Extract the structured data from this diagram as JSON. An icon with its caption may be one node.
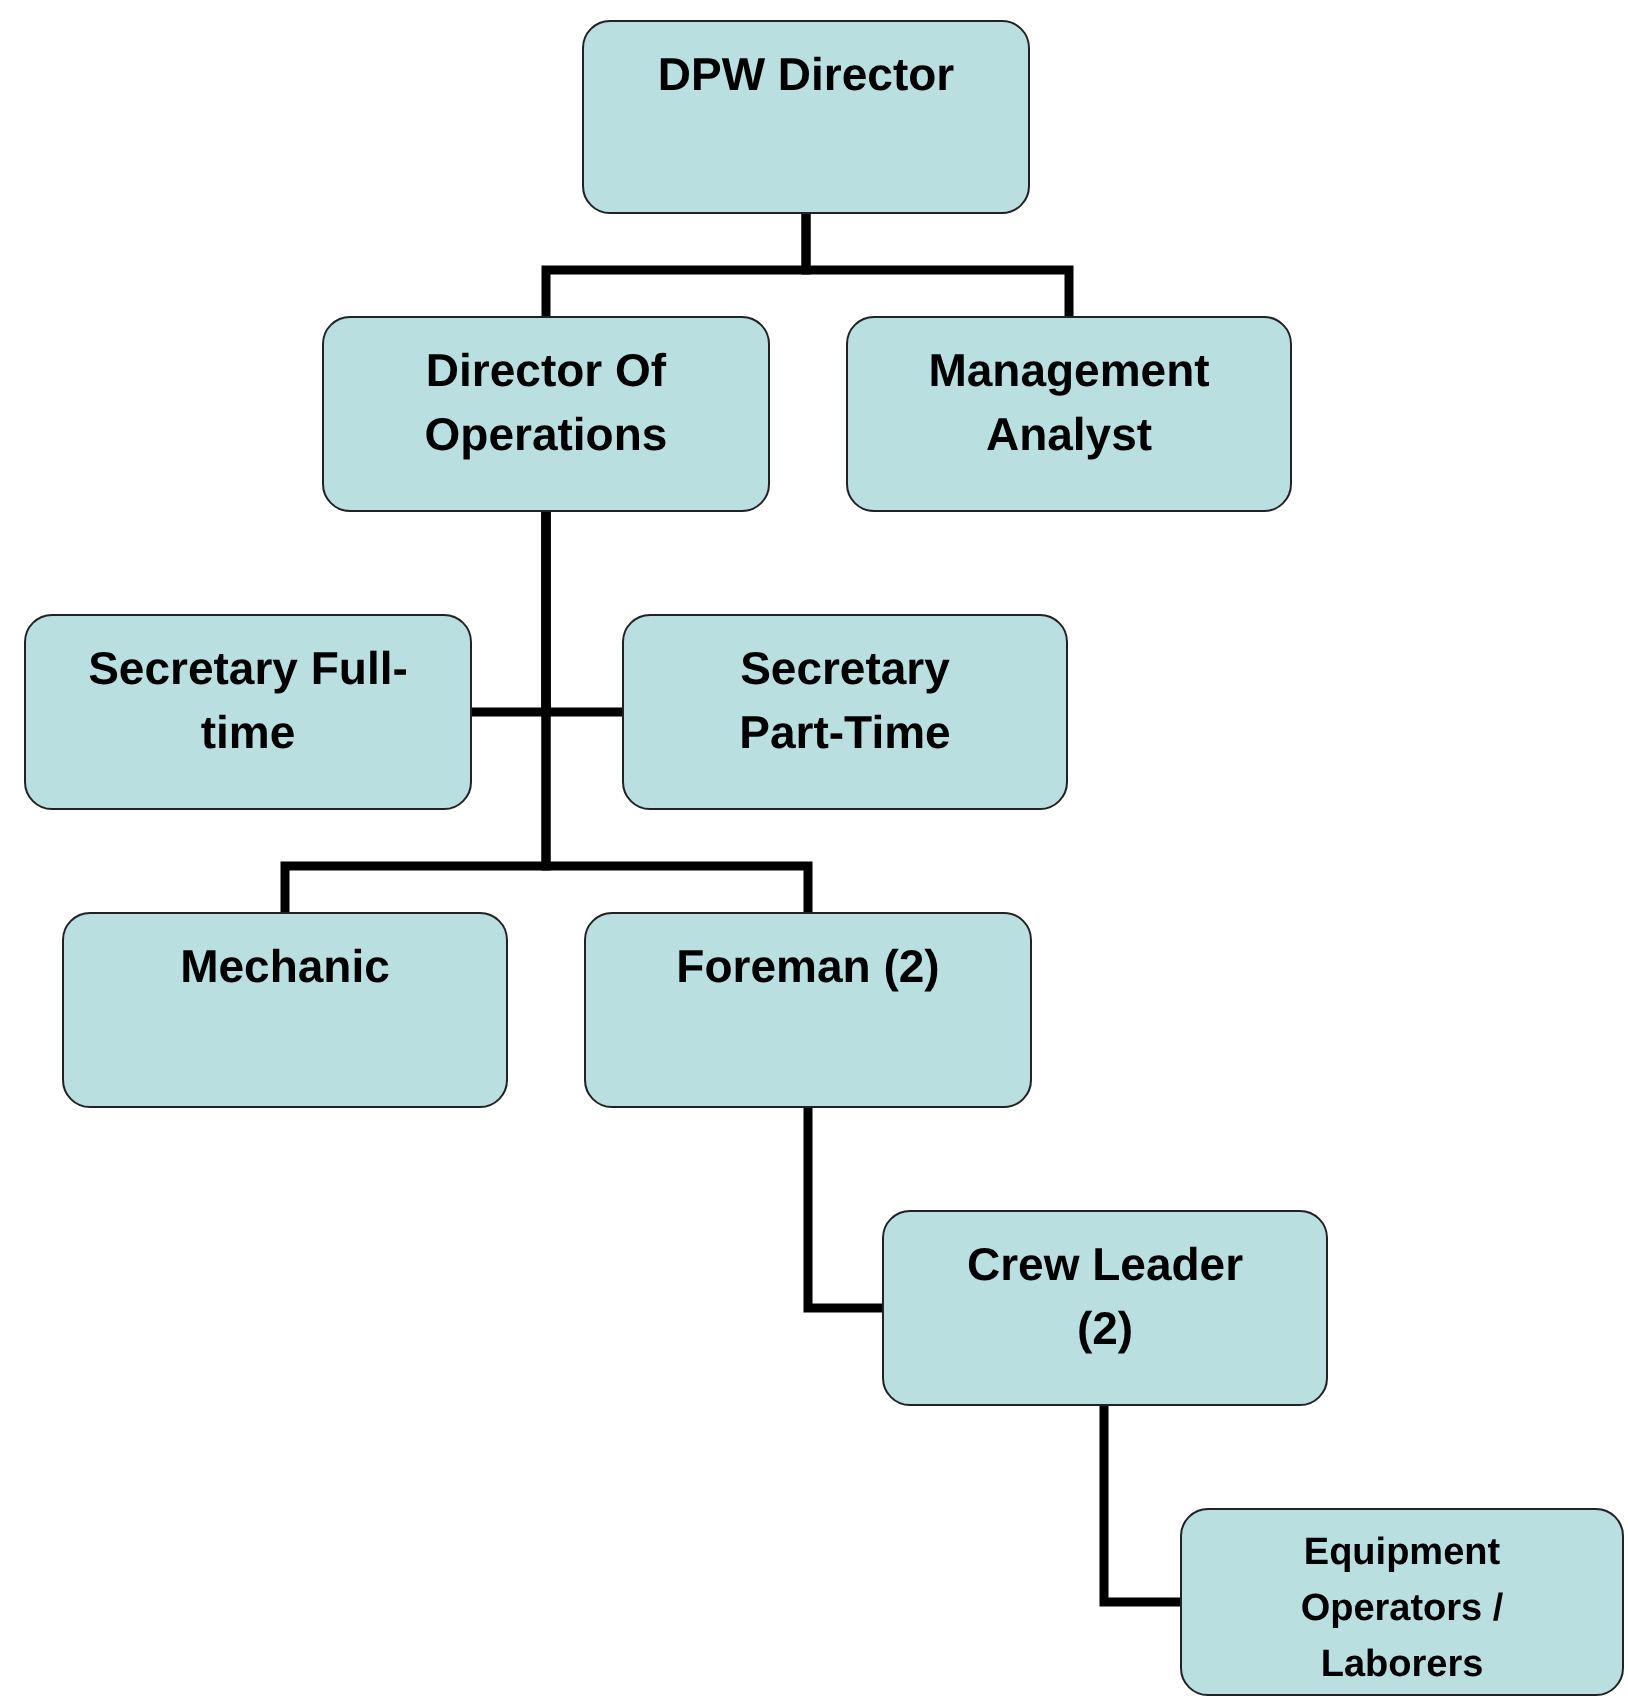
{
  "diagram": {
    "nodes": [
      {
        "text": [
          "DPW Director"
        ]
      },
      {
        "text": [
          "Director Of Operations"
        ]
      },
      {
        "text": [
          "Management Analyst"
        ]
      },
      {
        "text": [
          "Secretary Full-time"
        ]
      },
      {
        "text": [
          "Secretary Part-Time"
        ]
      },
      {
        "text": [
          "Mechanic"
        ]
      },
      {
        "text": [
          "Foreman (2)"
        ]
      },
      {
        "text": [
          "Crew Leader (2)"
        ]
      },
      {
        "text": [
          "Equipment Operators / Laborers"
        ]
      }
    ],
    "edges": [
      {
        "from": 0,
        "to": 1,
        "arrow": "none"
      },
      {
        "from": 0,
        "to": 2,
        "arrow": "none"
      },
      {
        "from": 1,
        "to": 3,
        "arrow": "none"
      },
      {
        "from": 1,
        "to": 4,
        "arrow": "none"
      },
      {
        "from": 1,
        "to": 5,
        "arrow": "none"
      },
      {
        "from": 1,
        "to": 6,
        "arrow": "none"
      },
      {
        "from": 6,
        "to": 7,
        "arrow": "none"
      },
      {
        "from": 7,
        "to": 8,
        "arrow": "none"
      }
    ]
  }
}
